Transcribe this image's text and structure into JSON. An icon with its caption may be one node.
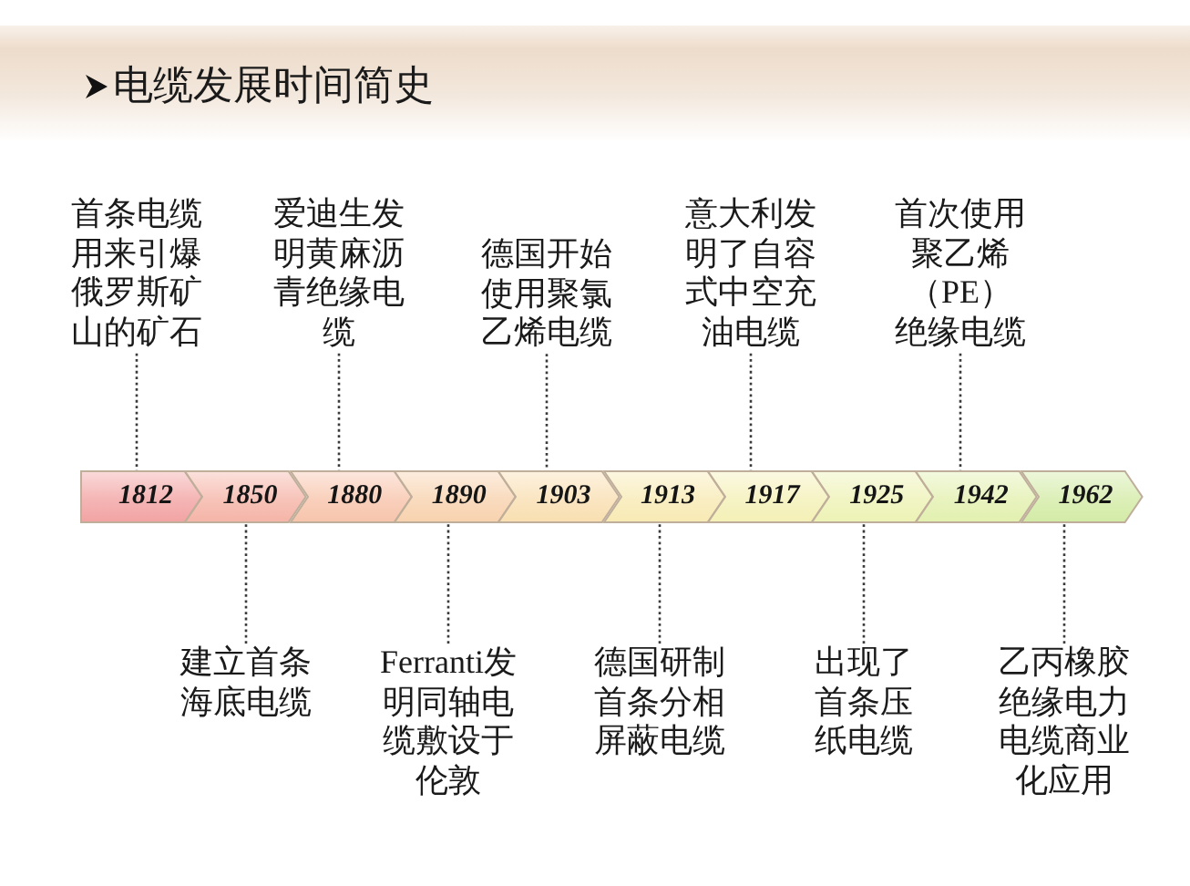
{
  "diagram": {
    "title": "电缆发展时间简史",
    "nodes": [
      {
        "text": [
          "首条电缆用来引爆俄罗斯矿山的矿石"
        ]
      },
      {
        "text": [
          "爱迪生发明黄麻沥青绝缘电缆"
        ]
      },
      {
        "text": [
          "德国开始使用聚氯乙烯电缆"
        ]
      },
      {
        "text": [
          "意大利发明了自容式中空充油电缆"
        ]
      },
      {
        "text": [
          "首次使用聚乙烯（PE）绝缘电缆"
        ]
      },
      {
        "text": [
          "1812"
        ]
      },
      {
        "text": [
          "1850"
        ]
      },
      {
        "text": [
          "1880"
        ]
      },
      {
        "text": [
          "1890"
        ]
      },
      {
        "text": [
          "1903"
        ]
      },
      {
        "text": [
          "1913"
        ]
      },
      {
        "text": [
          "1917"
        ]
      },
      {
        "text": [
          "1925"
        ]
      },
      {
        "text": [
          "1942"
        ]
      },
      {
        "text": [
          "1962"
        ]
      },
      {
        "text": [
          "建立首条海底电缆"
        ]
      },
      {
        "text": [
          "Ferranti发明同轴电缆敷设于伦敦"
        ]
      },
      {
        "text": [
          "德国研制首条分相屏蔽电缆"
        ]
      },
      {
        "text": [
          "出现了首条压纸电缆"
        ]
      },
      {
        "text": [
          "乙丙橡胶绝缘电力电缆商业化应用"
        ]
      }
    ],
    "edges": [
      {
        "from": 0,
        "to": 5,
        "arrow": "none",
        "style": "dashed"
      },
      {
        "from": 1,
        "to": 7,
        "arrow": "none",
        "style": "dashed"
      },
      {
        "from": 2,
        "to": 9,
        "arrow": "none",
        "style": "dashed"
      },
      {
        "from": 3,
        "to": 11,
        "arrow": "none",
        "style": "dashed"
      },
      {
        "from": 4,
        "to": 13,
        "arrow": "none",
        "style": "dashed"
      },
      {
        "from": 15,
        "to": 6,
        "arrow": "none",
        "style": "dashed"
      },
      {
        "from": 16,
        "to": 8,
        "arrow": "none",
        "style": "dashed"
      },
      {
        "from": 17,
        "to": 10,
        "arrow": "none",
        "style": "dashed"
      },
      {
        "from": 18,
        "to": 12,
        "arrow": "none",
        "style": "dashed"
      },
      {
        "from": 19,
        "to": 14,
        "arrow": "none",
        "style": "dashed"
      }
    ]
  }
}
